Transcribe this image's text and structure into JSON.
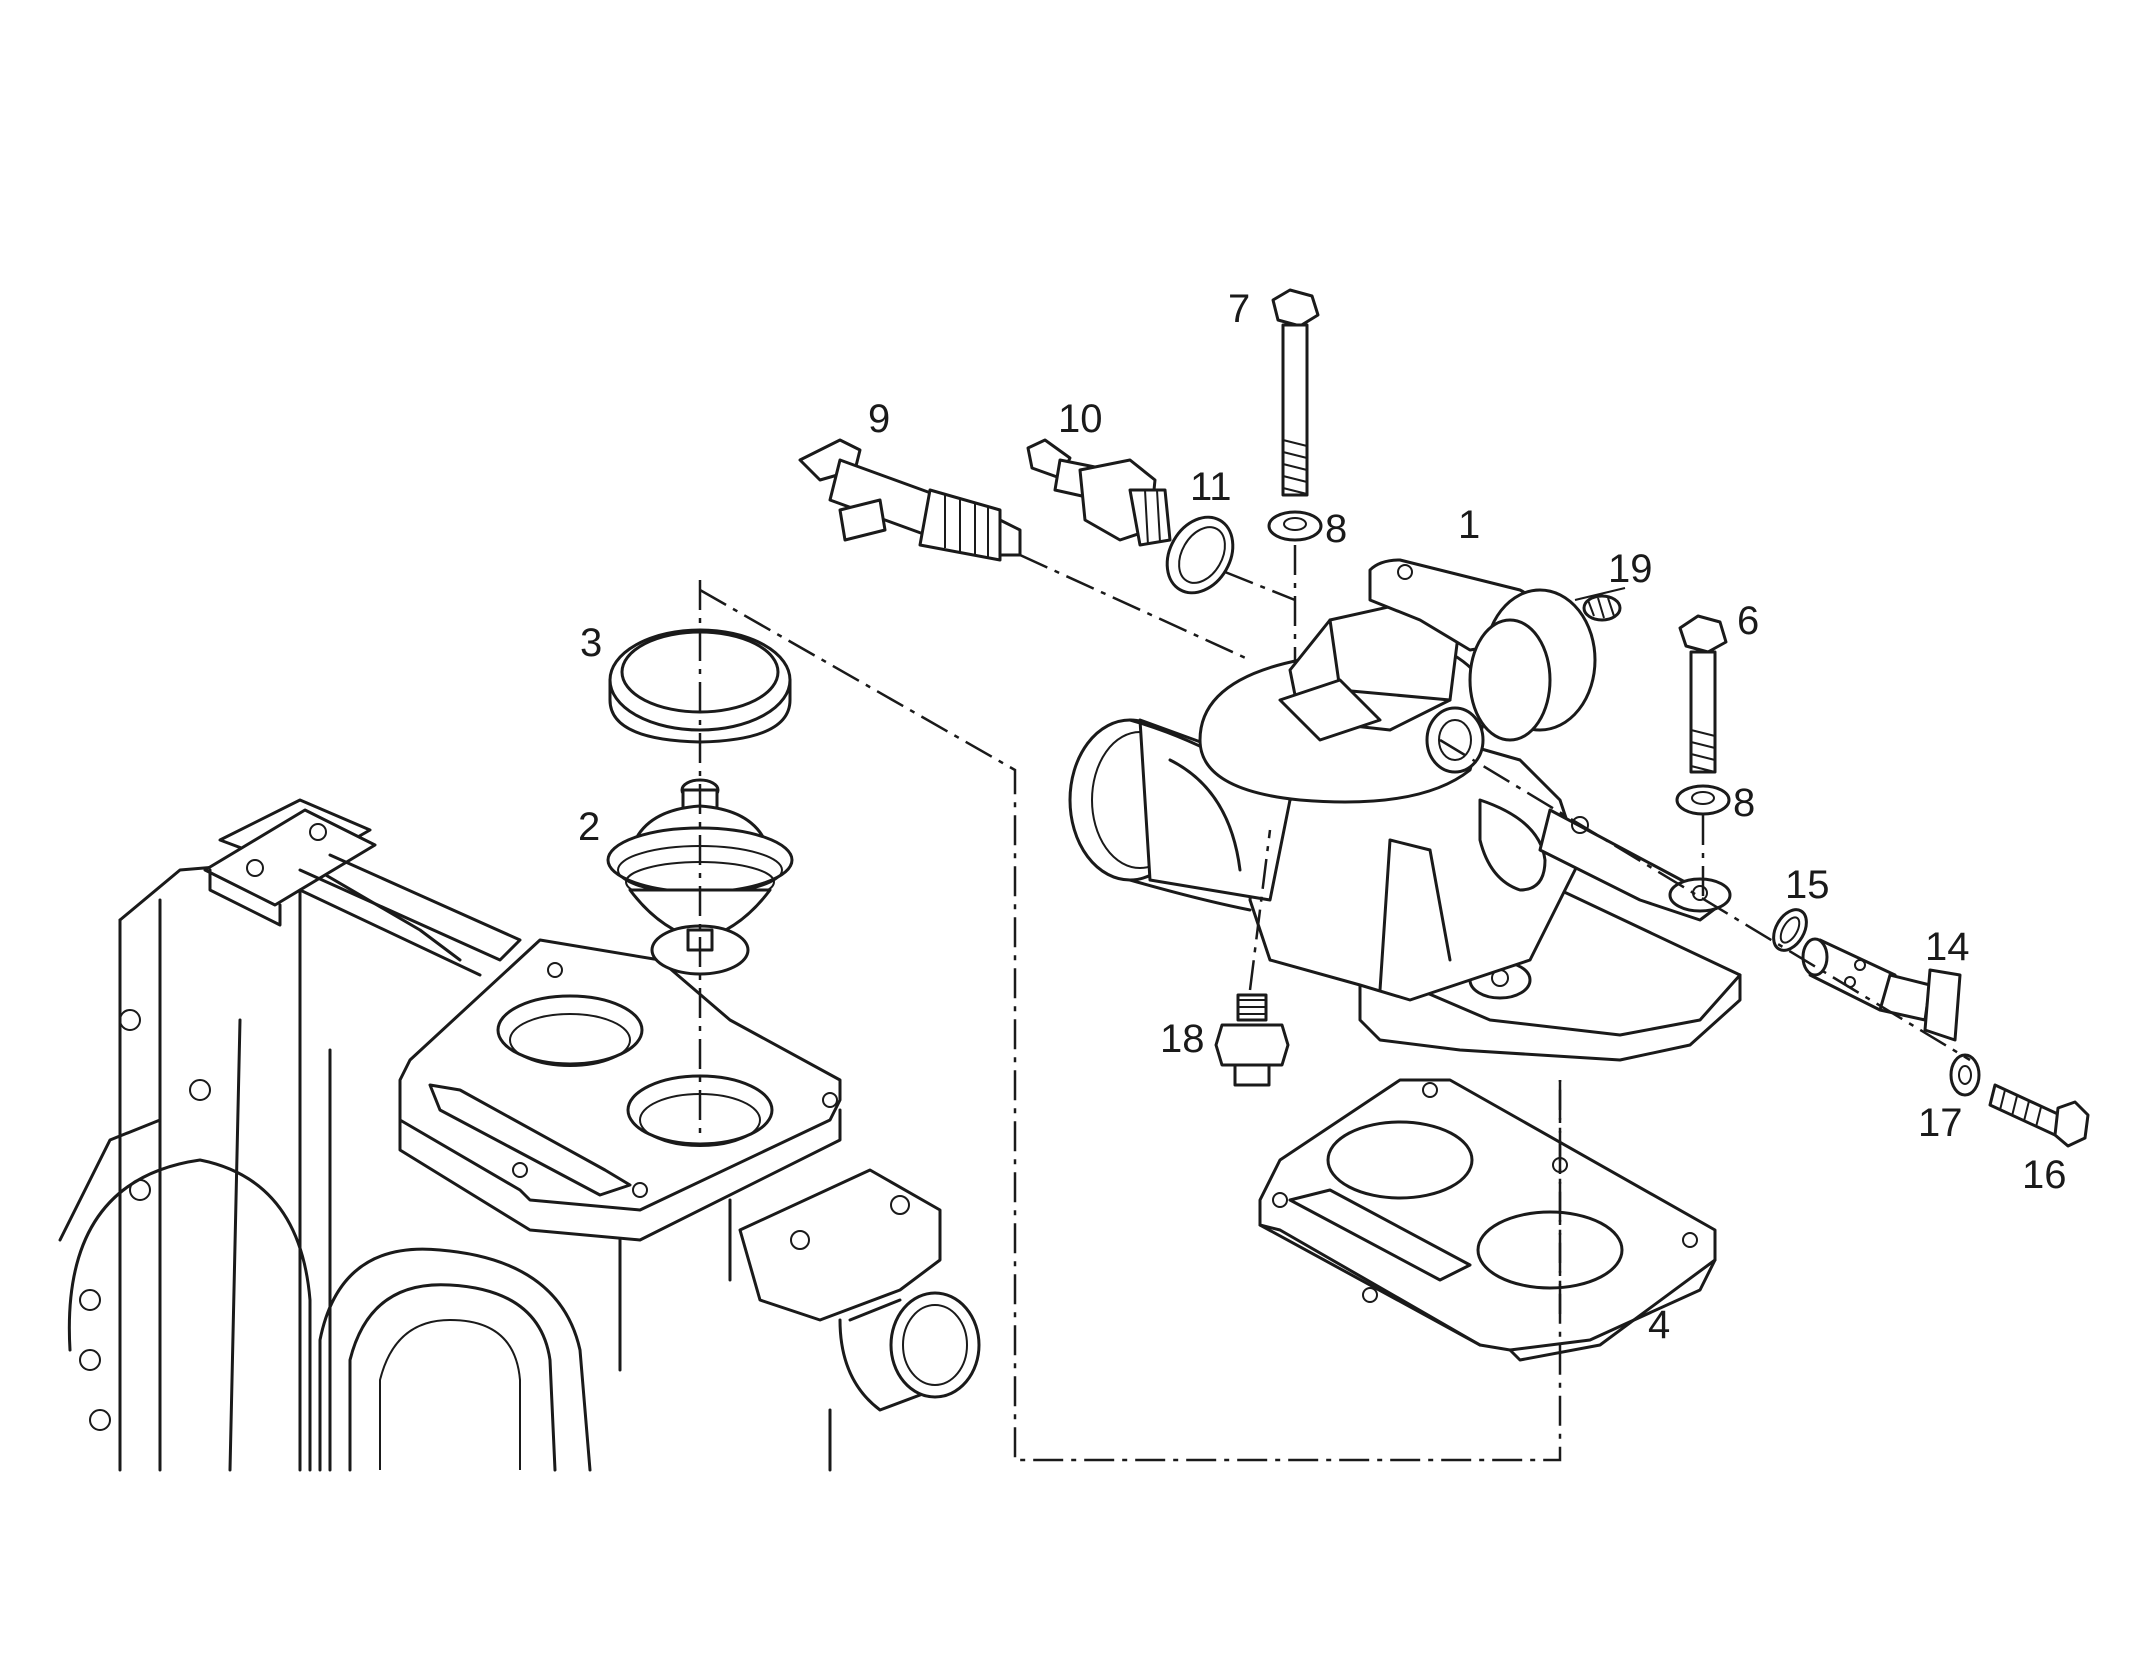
{
  "diagram": {
    "callouts": {
      "p1": "1",
      "p2": "2",
      "p3": "3",
      "p4": "4",
      "p6": "6",
      "p7": "7",
      "p8a": "8",
      "p8b": "8",
      "p9": "9",
      "p10": "10",
      "p11": "11",
      "p14": "14",
      "p15": "15",
      "p16": "16",
      "p17": "17",
      "p18": "18",
      "p19": "19"
    }
  }
}
